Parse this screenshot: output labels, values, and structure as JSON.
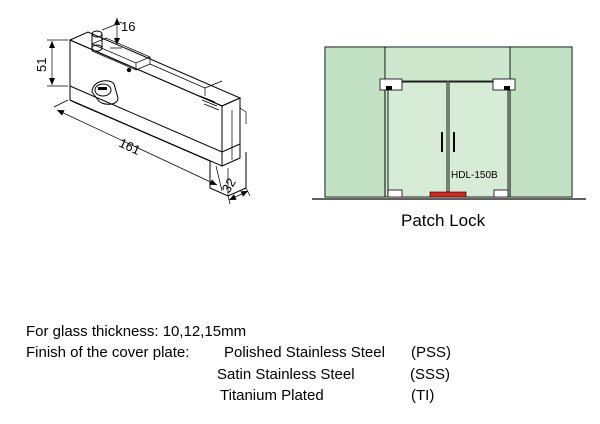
{
  "dimensions": {
    "height": "51",
    "length": "161",
    "top": "16",
    "depth": "32"
  },
  "door_label": "HDL-150B",
  "caption": "Patch Lock",
  "colors": {
    "glass": "#cfe8cf",
    "frame_glass": "#bfe1c0",
    "lock_accent": "#d7261f"
  },
  "specs": {
    "thickness": "For glass thickness: 10,12,15mm",
    "finish_heading": "Finish of the cover plate:",
    "finishes": [
      {
        "name": "Polished Stainless Steel",
        "code": "(PSS)"
      },
      {
        "name": "Satin Stainless Steel",
        "code": "(SSS)"
      },
      {
        "name": "Titanium Plated",
        "code": "(TI)"
      }
    ]
  }
}
